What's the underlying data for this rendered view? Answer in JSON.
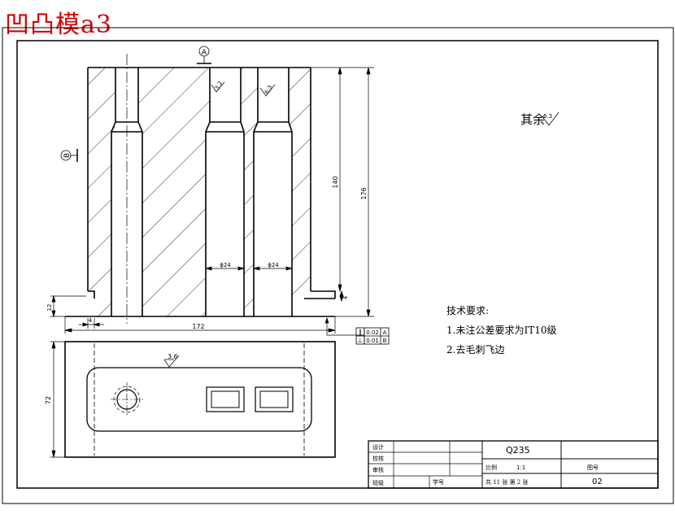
{
  "title": "凹凸模a3",
  "datum_labels": {
    "a": "A",
    "b": "B"
  },
  "dims": {
    "height_140": "140",
    "height_176": "176",
    "width_172": "172",
    "base_12": "12",
    "offset_4_left": "4",
    "offset_4_right": "4",
    "bore_left": "ϕ24",
    "bore_right": "ϕ24",
    "width_72": "72"
  },
  "roughness": {
    "r1": "3.2",
    "r2": "6.3",
    "r3": "3.6",
    "rest_label": "其余",
    "rest_value": "6.3"
  },
  "tolerances": [
    {
      "symbol": "∥",
      "value": "0.02",
      "datum": "A"
    },
    {
      "symbol": "⊥",
      "value": "0.01",
      "datum": "B"
    }
  ],
  "notes": {
    "heading": "技术要求:",
    "items": [
      "1.未注公差要求为IT10级",
      "2.去毛刺飞边"
    ]
  },
  "titleblock": {
    "material": "Q235",
    "scale_label": "比例",
    "scale_value": "1:1",
    "sheet_info": "共 11  张  第 2  张",
    "drawing_no": "02",
    "code_label": "图号",
    "rows": [
      "设计",
      "校核",
      "审核",
      "班级"
    ],
    "student_label": "学号"
  }
}
